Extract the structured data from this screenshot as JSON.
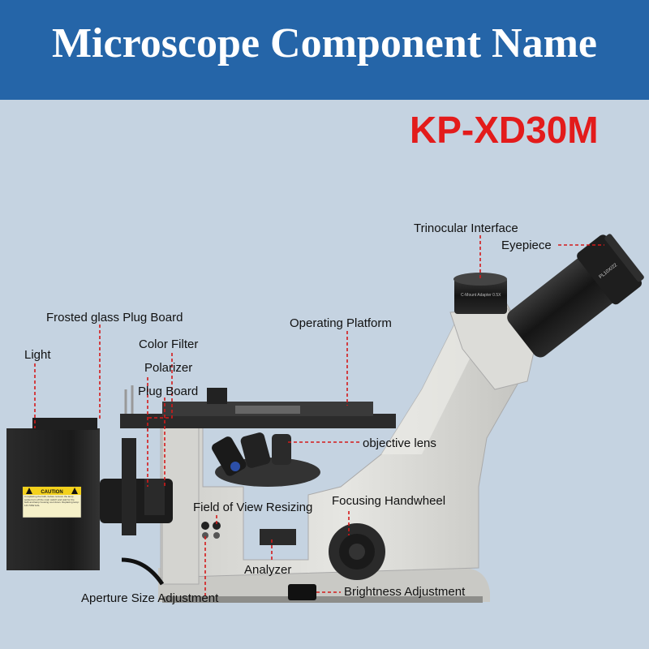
{
  "header": {
    "title": "Microscope Component Name"
  },
  "model": "KP-XD30M",
  "caution": {
    "title": "CAUTION",
    "body": "In replacing the bulb, before remove the lamp socket turn off the main switch and wait for the bulb and lamp housing cool down. Replacing lamp: 12V 50W HAL"
  },
  "adapter_text": "C-Mount Adapter 0.5X",
  "eyepiece_text": "PL10X/22",
  "labels": {
    "trinocular_interface": "Trinocular Interface",
    "eyepiece": "Eyepiece",
    "frosted_glass": "Frosted glass Plug Board",
    "operating_platform": "Operating Platform",
    "light": "Light",
    "color_filter": "Color Filter",
    "polarizer": "Polarizer",
    "plug_board": "Plug Board",
    "objective_lens": "objective lens",
    "focusing_handwheel": "Focusing Handwheel",
    "field_of_view": "Field of View Resizing",
    "analyzer": "Analyzer",
    "aperture": "Aperture Size Adjustment",
    "brightness": "Brightness Adjustment"
  },
  "colors": {
    "header_bg": "#2565a8",
    "page_bg": "#c5d3e1",
    "model_red": "#e31b1b",
    "leader_red": "#d41a1a"
  }
}
